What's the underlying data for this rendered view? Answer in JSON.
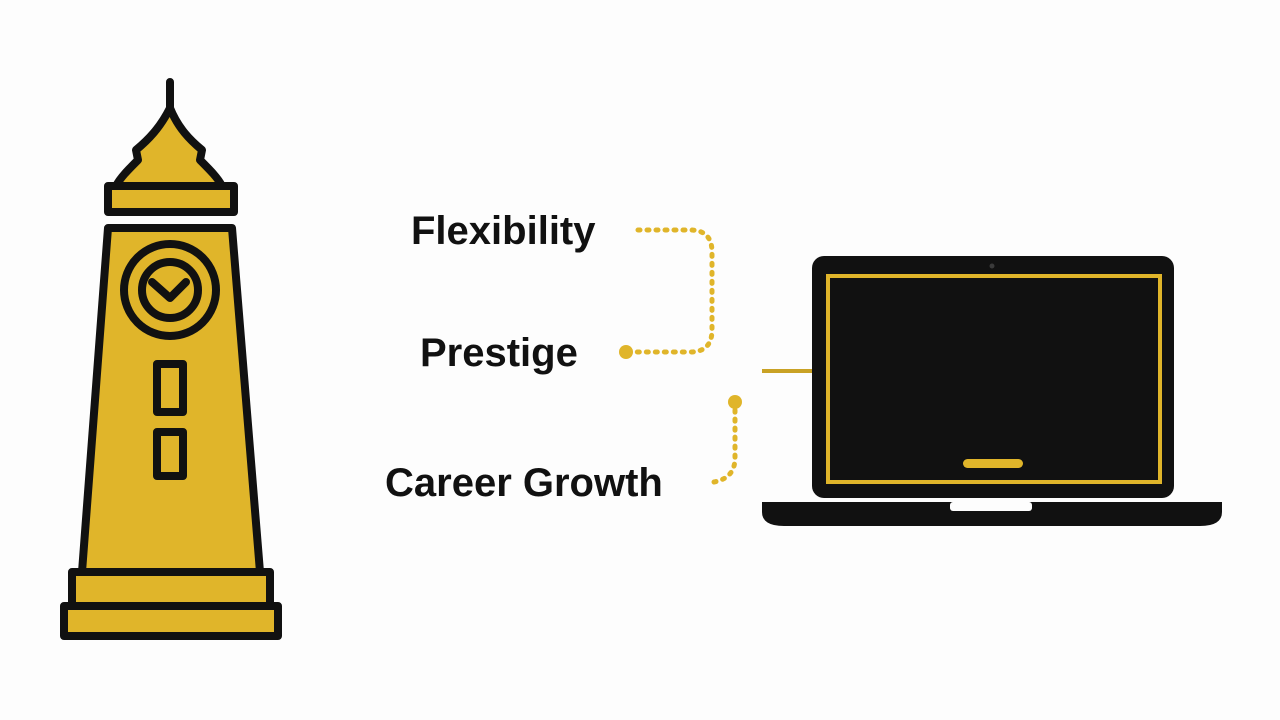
{
  "colors": {
    "gold": "#e0b52a",
    "black": "#111111",
    "background": "#fdfdfd"
  },
  "icons": {
    "tower": "clock-tower-icon",
    "laptop": "laptop-icon"
  },
  "labels": {
    "flexibility": "Flexibility",
    "prestige": "Prestige",
    "career_growth": "Career Growth"
  }
}
